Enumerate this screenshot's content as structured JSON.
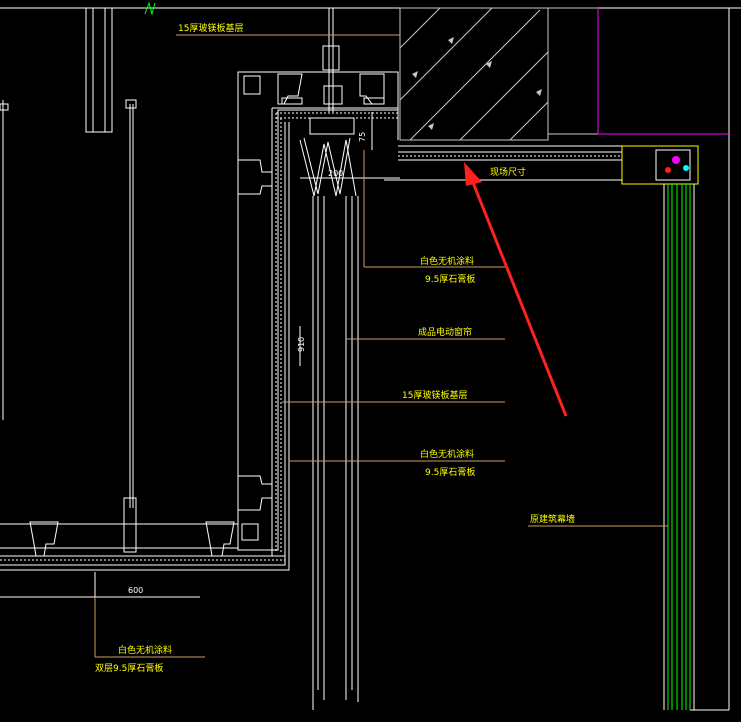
{
  "drawing": {
    "colors": {
      "background": "#000000",
      "label": "#ffff00",
      "leader": "#c8a060",
      "structure": "#ffffff",
      "concrete_hatch": "#c8c8c8",
      "magenta": "#ff00ff",
      "glass": "#00ff00",
      "arrow": "#ff2020"
    },
    "labels": {
      "top_base_board": "15厚玻镁板基层",
      "paint_1": "白色无机涂料",
      "gypsum_1": "9.5厚石膏板",
      "curtain": "成品电动窗帘",
      "base_board_2": "15厚玻镁板基层",
      "paint_2": "白色无机涂料",
      "gypsum_2": "9.5厚石膏板",
      "curtain_wall": "原建筑幕墙",
      "site_dim": "现场尺寸",
      "bottom_paint": "白色无机涂料",
      "bottom_gypsum": "双层9.5厚石膏板"
    },
    "dimensions": {
      "d75": "75",
      "d200": "200",
      "d910": "910",
      "d600": "600"
    }
  }
}
